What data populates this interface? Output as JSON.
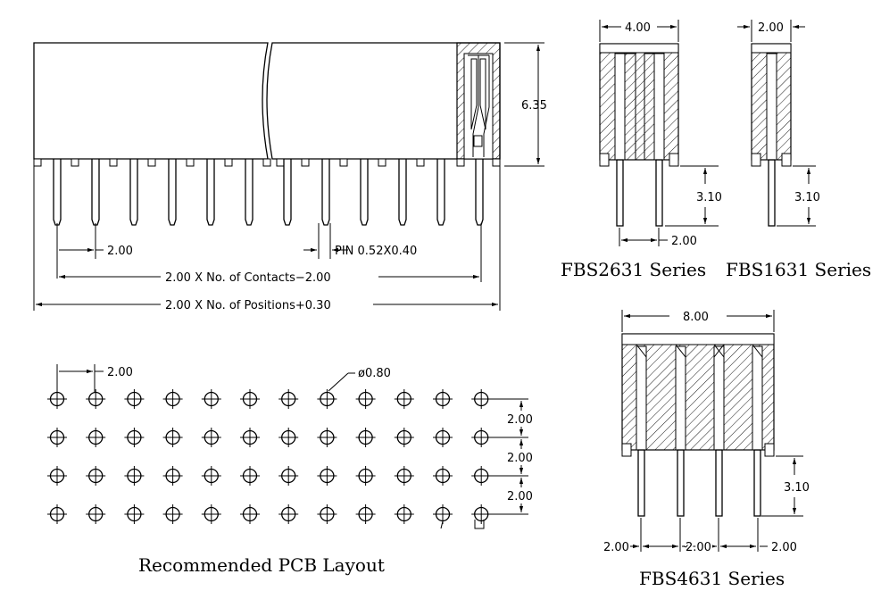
{
  "dimensions": {
    "height_635": "6.35",
    "pitch_200_top": "2.00",
    "pin_size": "PIN  0.52X0.40",
    "contacts_formula": "2.00  X  No.  of  Contacts−2.00",
    "positions_formula": "2.00  X  No.  of  Positions+0.30",
    "pcb_pitch": "2.00",
    "hole_diameter": "ø0.80",
    "pcb_row_pitch_1": "2.00",
    "pcb_row_pitch_2": "2.00",
    "pcb_row_pitch_3": "2.00",
    "fbs2631_width": "4.00",
    "fbs2631_pin_len": "3.10",
    "fbs2631_pitch": "2.00",
    "fbs1631_width": "2.00",
    "fbs1631_pin_len": "3.10",
    "fbs4631_width": "8.00",
    "fbs4631_pin_len": "3.10",
    "fbs4631_pitch_1": "2.00",
    "fbs4631_pitch_2": "2.00",
    "fbs4631_pitch_3": "2.00"
  },
  "captions": {
    "pcb_layout": "Recommended PCB Layout",
    "fbs2631": "FBS2631 Series",
    "fbs1631": "FBS1631 Series",
    "fbs4631": "FBS4631 Series"
  },
  "pcb_grid": {
    "rows": 4,
    "columns": 12
  }
}
